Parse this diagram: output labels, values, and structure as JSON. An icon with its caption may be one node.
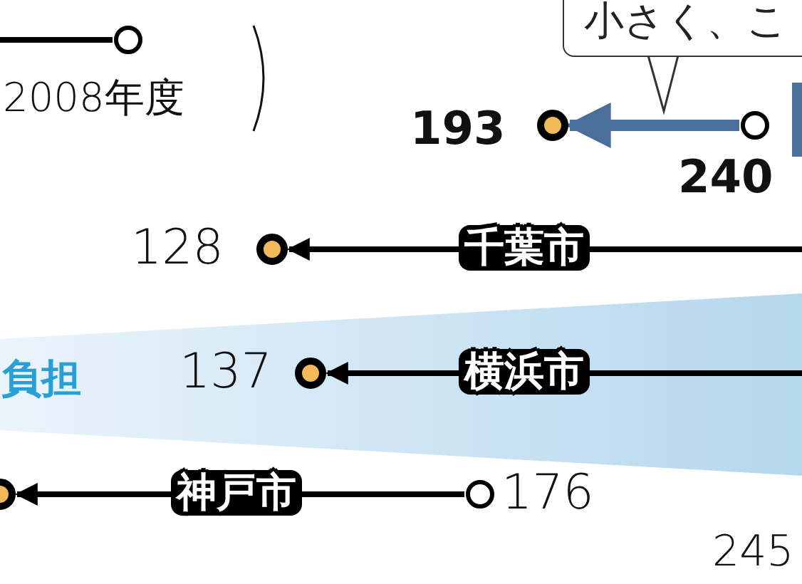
{
  "diagram": {
    "nodes": [
      {
        "text": [],
        "shape": "circle",
        "beside": [
          "2008年度"
        ]
      },
      {
        "text": [
          "小さく、こ"
        ]
      },
      {
        "text": [],
        "shape": "circle",
        "beside": [
          "193"
        ]
      },
      {
        "text": [],
        "shape": "circle",
        "beside": [
          "240"
        ]
      },
      {
        "text": [],
        "shape": "circle",
        "beside": [
          "128"
        ]
      },
      {
        "text": [],
        "shape": "circle",
        "beside": [
          "137"
        ]
      },
      {
        "text": [],
        "shape": "circle"
      },
      {
        "text": [],
        "shape": "circle",
        "beside": [
          "176"
        ]
      }
    ],
    "edges": [
      {
        "from": null,
        "to": 0,
        "arrow": "none"
      },
      {
        "from": 3,
        "to": 2,
        "arrow": "to",
        "style": "thick",
        "color": "#4a6f9a"
      },
      {
        "from": null,
        "to": 4,
        "arrow": "to",
        "label": "千葉市"
      },
      {
        "from": null,
        "to": 5,
        "arrow": "to",
        "label": "横浜市"
      },
      {
        "from": 7,
        "to": 6,
        "arrow": "to",
        "label": "神戸市"
      }
    ],
    "labels": [
      "負担",
      "245"
    ]
  }
}
